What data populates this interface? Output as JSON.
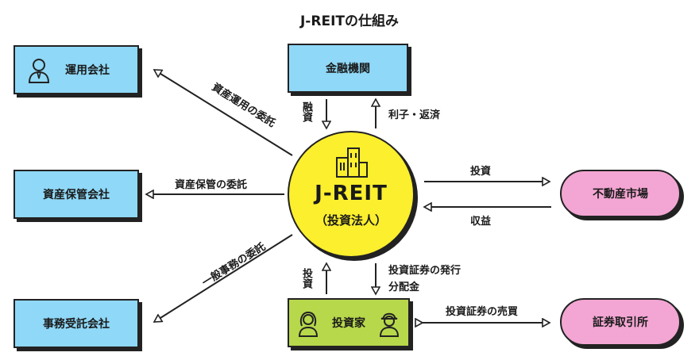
{
  "title": "J-REITの仕組み",
  "center": {
    "title": "J-REIT",
    "subtitle": "（投資法人）"
  },
  "nodes": {
    "asset_manager": "運用会社",
    "custodian": "資産保管会社",
    "admin_agent": "事務受託会社",
    "financial_institution": "金融機関",
    "investor": "投資家",
    "real_estate_market": "不動産市場",
    "stock_exchange": "証券取引所"
  },
  "edges": {
    "asset_management_delegation": "資産運用の委託",
    "custody_delegation": "資産保管の委託",
    "general_admin_delegation": "一般事務の委託",
    "loan": "融資",
    "interest_repayment": "利子・返済",
    "investment_to_market": "投資",
    "revenue": "収益",
    "investor_investment": "投資",
    "issuance": "投資証券の発行",
    "distribution": "分配金",
    "trading": "投資証券の売買"
  },
  "colors": {
    "blue_box": "#8fd8f7",
    "green_box": "#b7d84b",
    "pink_pill": "#f3a6d3",
    "center_yellow": "#fbef2e",
    "arrow": "#222222"
  }
}
